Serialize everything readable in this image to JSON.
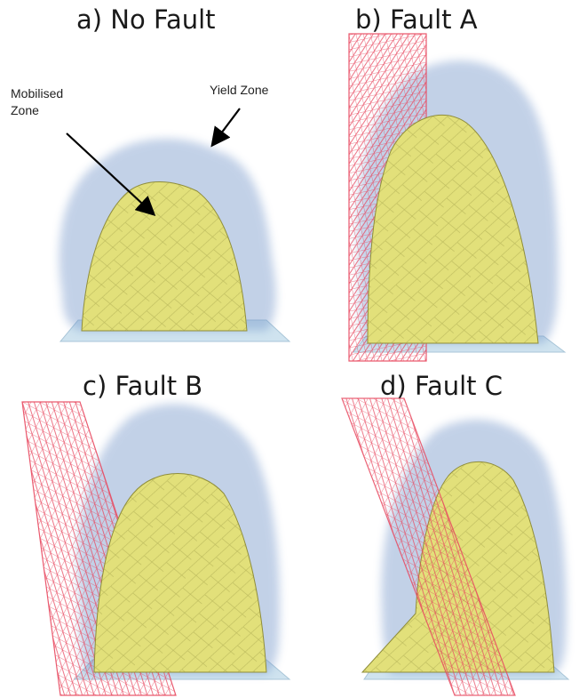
{
  "panels": [
    {
      "id": "a",
      "title": "a) No Fault",
      "fault": "none"
    },
    {
      "id": "b",
      "title": "b) Fault A",
      "fault": "vertical"
    },
    {
      "id": "c",
      "title": "c) Fault B",
      "fault": "inclined"
    },
    {
      "id": "d",
      "title": "d) Fault C",
      "fault": "inclined-through"
    }
  ],
  "annotations": {
    "mobilised_line1": "Mobilised",
    "mobilised_line2": "Zone",
    "yield": "Yield Zone"
  },
  "colors": {
    "yield_zone": "#6f93c8",
    "mobilised_zone": "#e2e07a",
    "mobilised_edge": "#8f8d3a",
    "fault_plane": "#e8485f",
    "base_plate": "#cfe3ef",
    "text": "#1a1a1a"
  }
}
